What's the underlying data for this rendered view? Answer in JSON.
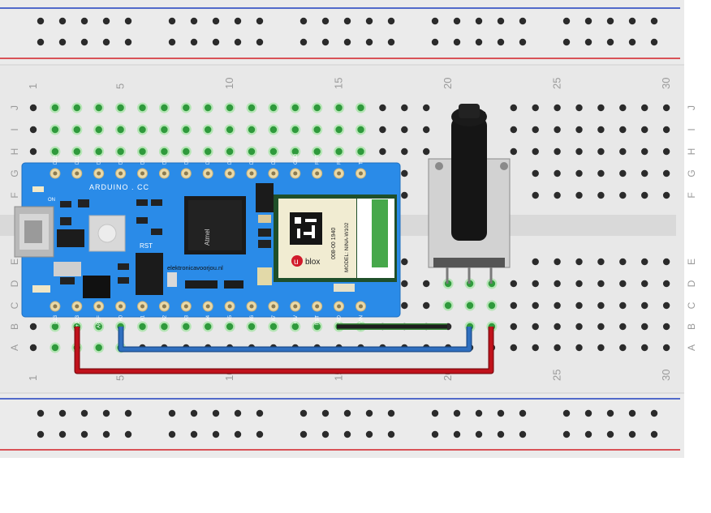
{
  "breadboard": {
    "column_numbers": [
      "1",
      "5",
      "10",
      "15",
      "20",
      "25",
      "30"
    ],
    "row_letters_top": [
      "J",
      "I",
      "H",
      "G",
      "F"
    ],
    "row_letters_bottom": [
      "E",
      "D",
      "C",
      "B",
      "A"
    ]
  },
  "arduino": {
    "board_label": "ARDUINO . CC",
    "rst_label": "RST",
    "chip_label": "Atmel",
    "on_label": "ON",
    "site_label": "elektronicavoorjou.nl",
    "top_pins": [
      "D12",
      "D11",
      "D10",
      "D9",
      "D8",
      "D7",
      "D6",
      "D5",
      "D4",
      "D3",
      "D2",
      "GND",
      "RST",
      "RX",
      "TX"
    ],
    "bottom_pins": [
      "D13",
      "+3V3",
      "AREF",
      "A0",
      "A1",
      "A2",
      "A3",
      "A4",
      "A5",
      "A6",
      "A7",
      "+5V",
      "RST",
      "GND",
      "VIN"
    ]
  },
  "module": {
    "brand": "blox",
    "brand_prefix": "u",
    "code": "008-00  1940",
    "model": "MODEL: NINA-W102"
  },
  "colors": {
    "board_bg": "#e9e9e9",
    "arduino_blue": "#2a8be8",
    "wire_red": "#c0121b",
    "wire_blue": "#2f6fbf",
    "wire_black": "#1e1e1e",
    "hole_green": "#3cb04a",
    "rail_red": "#d31f26",
    "rail_blue": "#1f3fbf"
  }
}
